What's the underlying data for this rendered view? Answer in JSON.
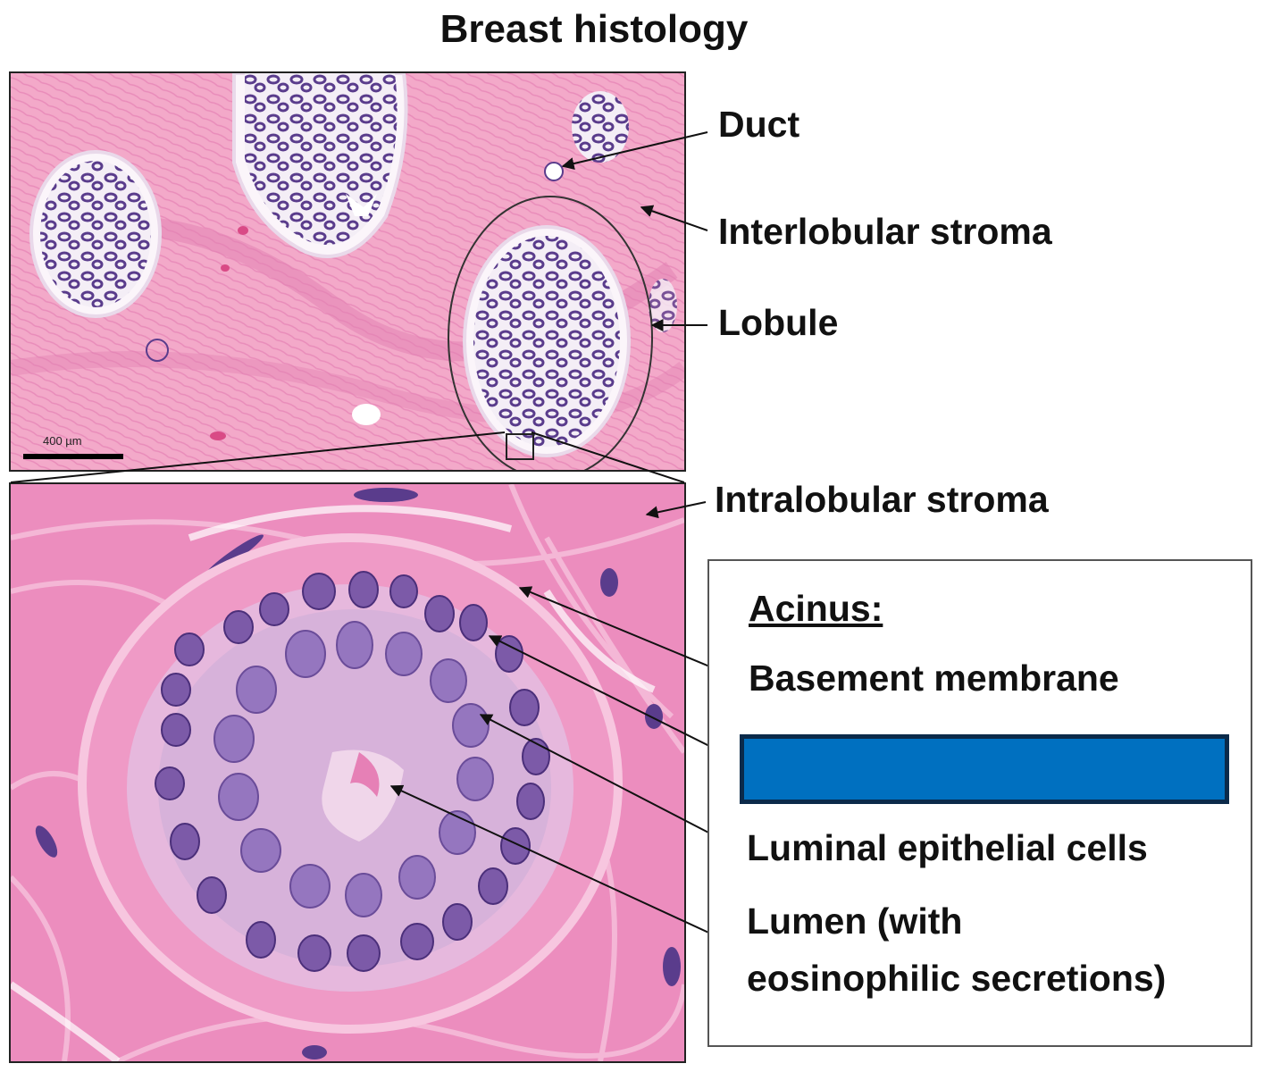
{
  "figure": {
    "title": "Breast histology",
    "scale_bar": "400 µm"
  },
  "labels": {
    "duct": "Duct",
    "interlobular_stroma": "Interlobular stroma",
    "lobule": "Lobule",
    "intralobular_stroma": "Intralobular stroma"
  },
  "legend": {
    "title": "Acinus:",
    "basement_membrane": "Basement membrane",
    "luminal_epithelial_cells": "Luminal epithelial cells",
    "lumen_line1": "Lumen (with",
    "lumen_line2": "eosinophilic secretions)"
  },
  "colors": {
    "stroma_pink": "#f2a8c8",
    "tissue_pink": "#ec8dbe",
    "nuclei_purple": "#6b4a9a",
    "answer_box_blue": "#0070c0"
  }
}
